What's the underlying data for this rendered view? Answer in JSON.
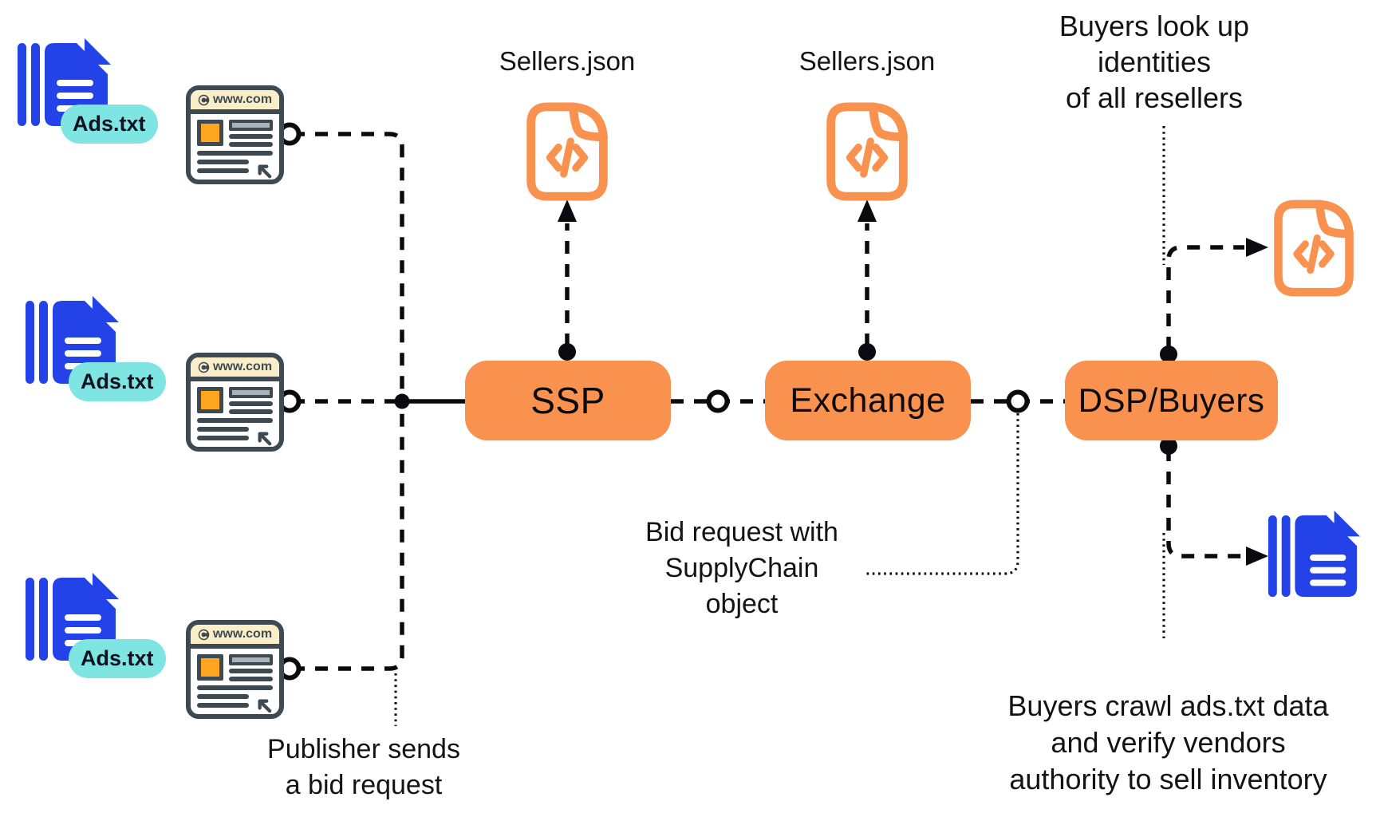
{
  "nodes": {
    "ssp": {
      "label": "SSP"
    },
    "exchange": {
      "label": "Exchange"
    },
    "dsp_buyers": {
      "label": "DSP/Buyers"
    }
  },
  "files": {
    "sellers_json_ssp": "Sellers.json",
    "sellers_json_exchange": "Sellers.json",
    "ads_txt_badge": "Ads.txt",
    "site_url": "www.com"
  },
  "annotations": {
    "buyers_lookup": [
      "Buyers look up",
      "identities",
      "of all resellers"
    ],
    "bid_request": [
      "Bid request with",
      "SupplyChain",
      "object"
    ],
    "publisher_sends": [
      "Publisher sends",
      "a bid request"
    ],
    "buyers_crawl": [
      "Buyers crawl ads.txt data",
      "and verify vendors",
      "authority to sell inventory"
    ]
  },
  "colors": {
    "node_orange": "#F9924E",
    "file_blue": "#2342E8",
    "badge_teal": "#7FE5E2",
    "browser_outline": "#3D4A52",
    "browser_topbar": "#FAEEC8",
    "thumbnail_amber": "#FCA61F",
    "placeholder_gray": "#A9B3B9",
    "line_black": "#0B0B0F"
  }
}
